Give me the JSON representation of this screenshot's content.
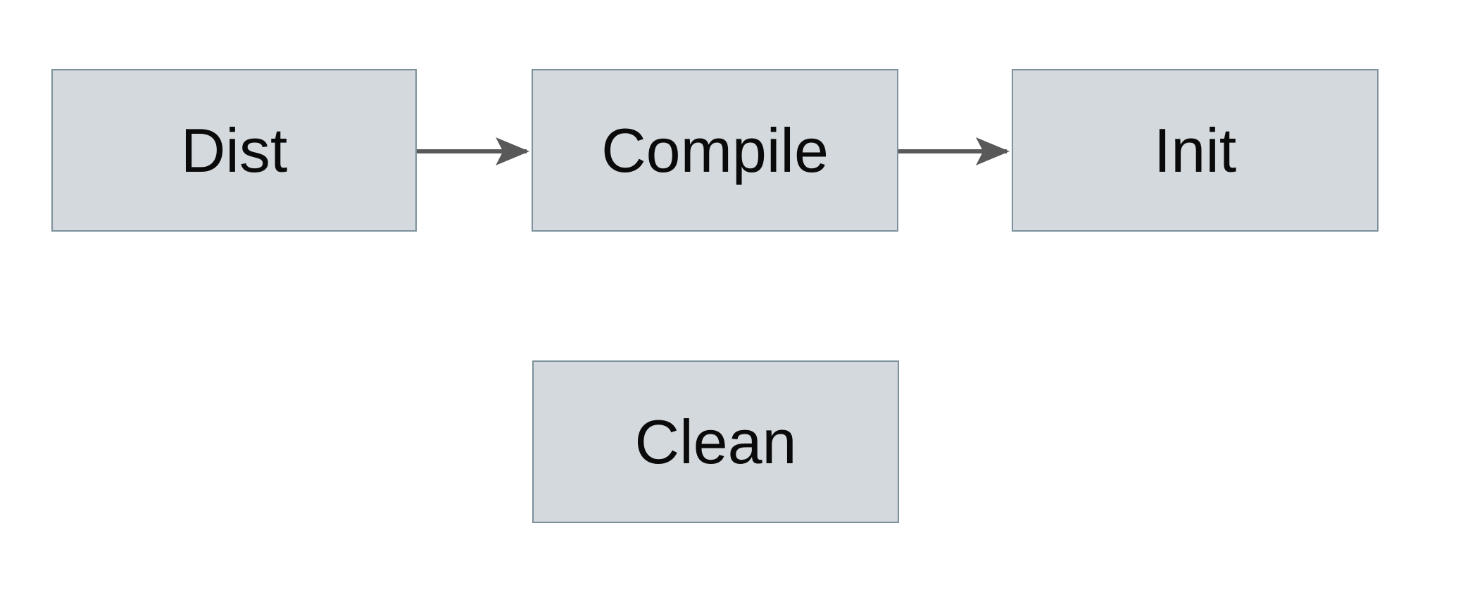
{
  "diagram": {
    "type": "flowchart",
    "nodes": [
      {
        "id": "dist",
        "label": "Dist"
      },
      {
        "id": "compile",
        "label": "Compile"
      },
      {
        "id": "init",
        "label": "Init"
      },
      {
        "id": "clean",
        "label": "Clean"
      }
    ],
    "edges": [
      {
        "from": "dist",
        "to": "compile",
        "direction": "right"
      },
      {
        "from": "compile",
        "to": "init",
        "direction": "right"
      }
    ],
    "colors": {
      "background": "#ffffff",
      "node_fill": "#d3d9dc",
      "node_border": "#7c919b",
      "arrow": "#595959",
      "text": "#0a0a0a"
    }
  }
}
